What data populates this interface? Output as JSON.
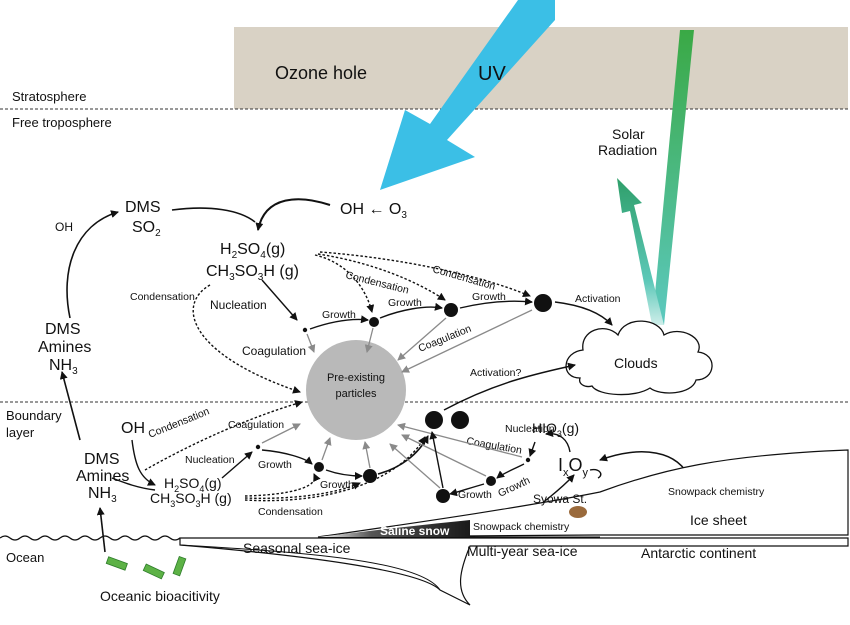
{
  "layers": {
    "stratosphere": "Stratosphere",
    "free_troposphere": "Free troposphere",
    "boundary_layer_1": "Boundary",
    "boundary_layer_2": "layer",
    "ocean": "Ocean"
  },
  "ozone_hole": "Ozone hole",
  "uv": "UV",
  "solar_radiation_1": "Solar",
  "solar_radiation_2": "Radiation",
  "clouds": "Clouds",
  "pre_existing_1": "Pre-existing",
  "pre_existing_2": "particles",
  "free_trop": {
    "oh_left": "OH",
    "dms": "DMS",
    "so2": "SO",
    "so2_sub": "2",
    "oh_o3": "OH ← O",
    "o3_sub": "3",
    "h2so4_a": "H",
    "h2so4_sub1": "2",
    "h2so4_b": "SO",
    "h2so4_sub2": "4",
    "h2so4_c": "(g)",
    "ch3so3h_a": "CH",
    "ch3so3h_sub1": "3",
    "ch3so3h_b": "SO",
    "ch3so3h_sub2": "3",
    "ch3so3h_c": "H (g)",
    "condensation_left": "Condensation",
    "nucleation": "Nucleation",
    "coagulation": "Coagulation",
    "growth_1": "Growth",
    "growth_2": "Growth",
    "growth_3": "Growth",
    "condensation_1": "Condensation",
    "condensation_2": "Condensation",
    "activation": "Activation",
    "coagulation_right": "Coagulation"
  },
  "left_column": {
    "dms": "DMS",
    "amines": "Amines",
    "nh3": "NH",
    "nh3_sub": "3"
  },
  "boundary": {
    "oh": "OH",
    "dms": "DMS",
    "amines": "Amines",
    "nh3": "NH",
    "nh3_sub": "3",
    "h2so4_a": "H",
    "h2so4_sub1": "2",
    "h2so4_b": "SO",
    "h2so4_sub2": "4",
    "h2so4_c": "(g)",
    "ch3so3h_a": "CH",
    "ch3so3h_sub1": "3",
    "ch3so3h_b": "SO",
    "ch3so3h_sub2": "3",
    "ch3so3h_c": "H (g)",
    "condensation_top": "Condensation",
    "coagulation_top": "Coagulation",
    "nucleation": "Nucleation",
    "growth_1": "Growth",
    "growth_2": "Growth",
    "condensation_bottom": "Condensation",
    "activation_q": "Activation?",
    "nucleation_right": "Nucleation",
    "coagulation_right": "Coagulation",
    "hio3_a": "HIO",
    "hio3_sub": "3",
    "hio3_c": "(g)",
    "ixoy_i": "I",
    "ixoy_x": "x",
    "ixoy_o": "O",
    "ixoy_y": "y",
    "growth_right_1": "Growth",
    "growth_right_2": "Growth",
    "syowa": "Syowa St.",
    "snowpack_1": "Snowpack chemistry",
    "snowpack_2": "Snowpack chemistry"
  },
  "surface": {
    "saline_snow": "Saline snow",
    "ice_sheet": "Ice sheet",
    "seasonal_sea_ice": "Seasonal sea-ice",
    "multi_year_sea_ice": "Multi-year sea-ice",
    "antarctic_continent": "Antarctic continent",
    "oceanic_bioactivity": "Oceanic bioacitivity"
  },
  "colors": {
    "ozone_band": "#d9d2c5",
    "uv": "#3bbfe6",
    "solar_top": "#2fa84f",
    "solar_bottom": "#4fc8c2",
    "particle_grey": "#b9b9b9",
    "syowa_mound": "#9a6a3c",
    "phytoplankton": "#5db246"
  }
}
